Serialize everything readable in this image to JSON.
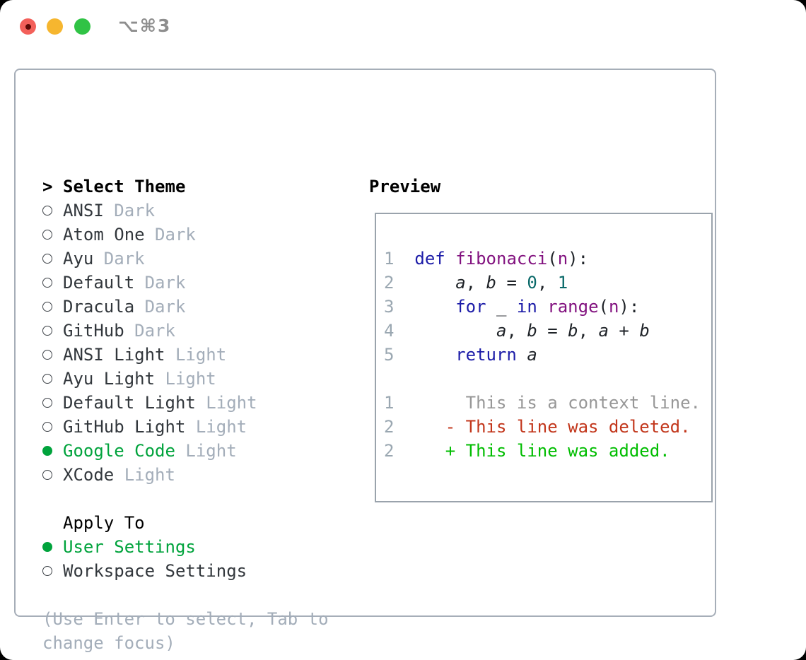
{
  "window": {
    "title": "⌥⌘3",
    "close_button_edited_dot": true
  },
  "colors": {
    "selected_green": "#00a33c",
    "added_green": "#00bd00",
    "deleted_red": "#c2361b",
    "context_gray": "#979797",
    "keyword_blue": "#1c1ca8",
    "function_purple": "#82127f",
    "literal_teal": "#0a6969",
    "muted_label": "#a3adb9",
    "traffic_red": "#f3605a",
    "traffic_yellow": "#f6b62f",
    "traffic_green": "#30c345"
  },
  "panel": {
    "theme_list": {
      "pointer": ">",
      "header": "Select Theme",
      "items": [
        {
          "name": "ANSI",
          "variant": "Dark",
          "selected": false
        },
        {
          "name": "Atom One",
          "variant": "Dark",
          "selected": false
        },
        {
          "name": "Ayu",
          "variant": "Dark",
          "selected": false
        },
        {
          "name": "Default",
          "variant": "Dark",
          "selected": false
        },
        {
          "name": "Dracula",
          "variant": "Dark",
          "selected": false
        },
        {
          "name": "GitHub",
          "variant": "Dark",
          "selected": false
        },
        {
          "name": "ANSI Light",
          "variant": "Light",
          "selected": false
        },
        {
          "name": "Ayu Light",
          "variant": "Light",
          "selected": false
        },
        {
          "name": "Default Light",
          "variant": "Light",
          "selected": false
        },
        {
          "name": "GitHub Light",
          "variant": "Light",
          "selected": false
        },
        {
          "name": "Google Code",
          "variant": "Light",
          "selected": true
        },
        {
          "name": "XCode",
          "variant": "Light",
          "selected": false
        }
      ]
    },
    "apply_to": {
      "header": "Apply To",
      "options": [
        {
          "label": "User Settings",
          "selected": true
        },
        {
          "label": "Workspace Settings",
          "selected": false
        }
      ]
    },
    "help": {
      "line1": "(Use Enter to select, Tab to",
      "line2": "change focus)"
    }
  },
  "preview": {
    "header": "Preview",
    "lines": [
      {
        "role": "code-line",
        "num": "1",
        "tokens": [
          {
            "t": "def",
            "c": "kw"
          },
          {
            "t": " ",
            "c": "pl"
          },
          {
            "t": "fibonacci",
            "c": "fn"
          },
          {
            "t": "(",
            "c": "pl"
          },
          {
            "t": "n",
            "c": "fn"
          },
          {
            "t": "):",
            "c": "pl"
          }
        ]
      },
      {
        "role": "code-line",
        "num": "2",
        "tokens": [
          {
            "t": "    ",
            "c": "pl"
          },
          {
            "t": "a",
            "c": "var"
          },
          {
            "t": ", ",
            "c": "pl"
          },
          {
            "t": "b",
            "c": "var"
          },
          {
            "t": " = ",
            "c": "pl"
          },
          {
            "t": "0",
            "c": "nm"
          },
          {
            "t": ", ",
            "c": "pl"
          },
          {
            "t": "1",
            "c": "nm"
          }
        ]
      },
      {
        "role": "code-line",
        "num": "3",
        "tokens": [
          {
            "t": "    ",
            "c": "pl"
          },
          {
            "t": "for",
            "c": "kw"
          },
          {
            "t": " _ ",
            "c": "pl"
          },
          {
            "t": "in",
            "c": "kw"
          },
          {
            "t": " ",
            "c": "pl"
          },
          {
            "t": "range",
            "c": "fn"
          },
          {
            "t": "(",
            "c": "pl"
          },
          {
            "t": "n",
            "c": "fn"
          },
          {
            "t": "):",
            "c": "pl"
          }
        ]
      },
      {
        "role": "code-line",
        "num": "4",
        "tokens": [
          {
            "t": "        ",
            "c": "pl"
          },
          {
            "t": "a",
            "c": "var"
          },
          {
            "t": ", ",
            "c": "pl"
          },
          {
            "t": "b",
            "c": "var"
          },
          {
            "t": " = ",
            "c": "pl"
          },
          {
            "t": "b",
            "c": "var"
          },
          {
            "t": ", ",
            "c": "pl"
          },
          {
            "t": "a",
            "c": "var"
          },
          {
            "t": " + ",
            "c": "pl"
          },
          {
            "t": "b",
            "c": "var"
          }
        ]
      },
      {
        "role": "code-line",
        "num": "5",
        "tokens": [
          {
            "t": "    ",
            "c": "pl"
          },
          {
            "t": "return",
            "c": "kw"
          },
          {
            "t": " ",
            "c": "pl"
          },
          {
            "t": "a",
            "c": "var"
          }
        ]
      },
      {
        "role": "blank-line",
        "num": "",
        "tokens": []
      },
      {
        "role": "diff-context-line",
        "num": "1",
        "tokens": [
          {
            "t": "     This is a context line.",
            "c": "ctx"
          }
        ]
      },
      {
        "role": "diff-deleted-line",
        "num": "2",
        "tokens": [
          {
            "t": "   - This line was deleted.",
            "c": "del"
          }
        ]
      },
      {
        "role": "diff-added-line",
        "num": "2",
        "tokens": [
          {
            "t": "   + This line was added.",
            "c": "add"
          }
        ]
      }
    ]
  }
}
